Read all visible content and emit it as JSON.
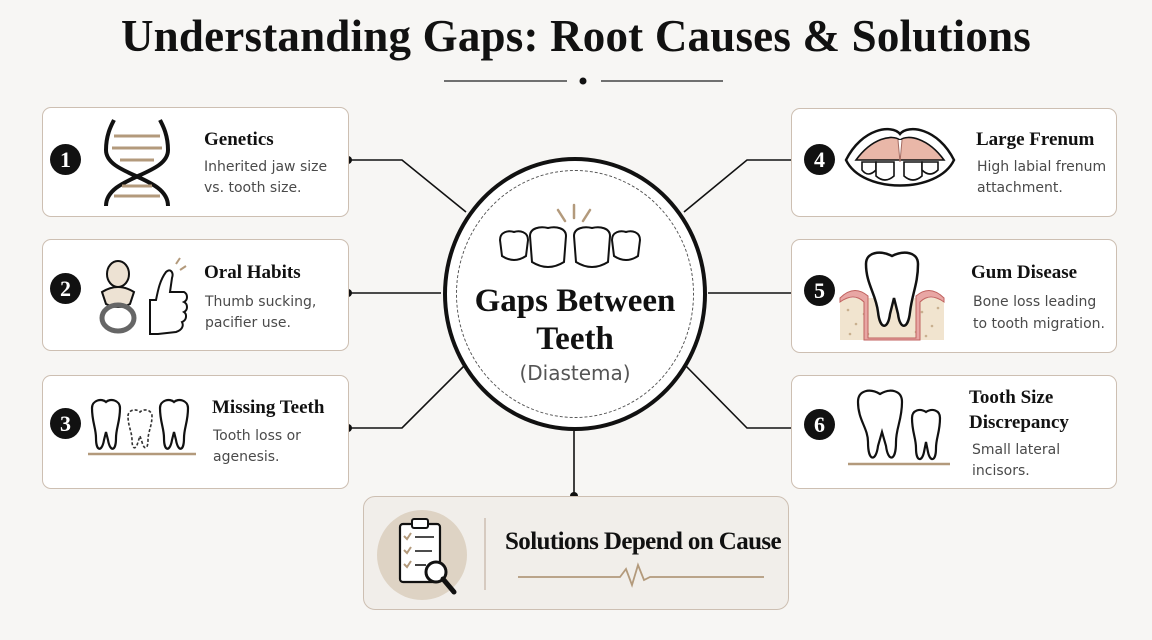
{
  "title": "Understanding Gaps: Root Causes & Solutions",
  "center": {
    "title_line1": "Gaps Between",
    "title_line2": "Teeth",
    "subtitle": "(Diastema)"
  },
  "causes": [
    {
      "number": "1",
      "title": "Genetics",
      "desc1": "Inherited jaw size",
      "desc2": "vs. tooth size.",
      "icon": "dna-icon"
    },
    {
      "number": "2",
      "title": "Oral Habits",
      "desc1": "Thumb sucking,",
      "desc2": "pacifier use.",
      "icon": "pacifier-thumb-icon"
    },
    {
      "number": "3",
      "title": "Missing Teeth",
      "desc1": "Tooth loss or",
      "desc2": "agenesis.",
      "icon": "missing-tooth-icon"
    },
    {
      "number": "4",
      "title": "Large Frenum",
      "desc1": "High labial frenum",
      "desc2": "attachment.",
      "icon": "frenum-mouth-icon"
    },
    {
      "number": "5",
      "title": "Gum Disease",
      "desc1": "Bone loss leading",
      "desc2": "to tooth migration.",
      "icon": "gum-disease-tooth-icon"
    },
    {
      "number": "6",
      "title1": "Tooth Size",
      "title2": "Discrepancy",
      "desc1": "Small lateral",
      "desc2": "incisors.",
      "icon": "tooth-size-icon"
    }
  ],
  "solutions": {
    "label": "Solutions Depend on Cause",
    "icon": "clipboard-magnifier-icon"
  },
  "colors": {
    "accent": "#b39a7c",
    "card_border": "#cdbfb2",
    "gum": "#e8a6a4",
    "dark": "#111111"
  }
}
